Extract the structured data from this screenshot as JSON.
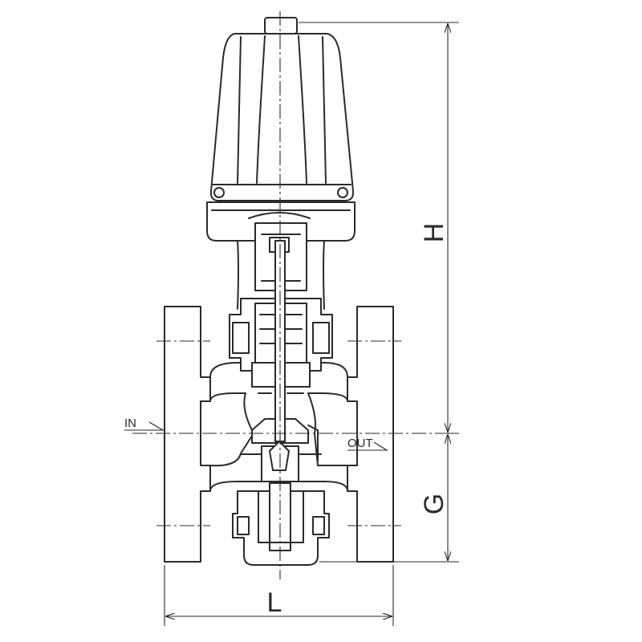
{
  "labels": {
    "height": "H",
    "port_height": "G",
    "length": "L",
    "inlet": "IN",
    "outlet": "OUT"
  }
}
